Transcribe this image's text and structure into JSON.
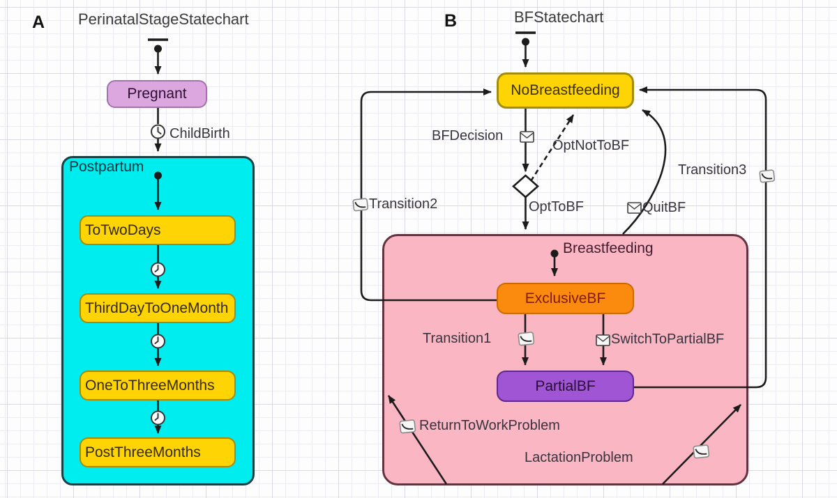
{
  "figure": {
    "type": "statechart-diagram"
  },
  "panel_a": {
    "label": "A",
    "title": "PerinatalStageStatechart",
    "states": {
      "pregnant": "Pregnant",
      "postpartum": "Postpartum",
      "to_two_days": "ToTwoDays",
      "third_day_to_one_month": "ThirdDayToOneMonth",
      "one_to_three_months": "OneToThreeMonths",
      "post_three_months": "PostThreeMonths"
    },
    "transitions": {
      "childbirth": "ChildBirth"
    }
  },
  "panel_b": {
    "label": "B",
    "title": "BFStatechart",
    "states": {
      "no_breastfeeding": "NoBreastfeeding",
      "breastfeeding": "Breastfeeding",
      "exclusive_bf": "ExclusiveBF",
      "partial_bf": "PartialBF"
    },
    "transitions": {
      "bf_decision": "BFDecision",
      "opt_not_to_bf": "OptNotToBF",
      "opt_to_bf": "OptToBF",
      "quit_bf": "QuitBF",
      "transition1": "Transition1",
      "transition2": "Transition2",
      "transition3": "Transition3",
      "switch_to_partial_bf": "SwitchToPartialBF",
      "return_to_work_problem": "ReturnToWorkProblem",
      "lactation_problem": "LactationProblem"
    }
  },
  "icons": {
    "timeout_trigger": "clock-icon",
    "message_trigger": "envelope-icon",
    "rate_trigger": "rate-curve-icon",
    "initial_state": "initial-state-pointer",
    "branch": "branch-diamond"
  },
  "colors": {
    "state_gold": "#FFD405",
    "state_plum": "#DCA6DF",
    "composite_cyan": "#00EDEF",
    "composite_pink": "#FBB6C3",
    "state_orange": "#FA8B0F",
    "state_violet": "#A055D5",
    "connector": "#1B1B1B"
  }
}
